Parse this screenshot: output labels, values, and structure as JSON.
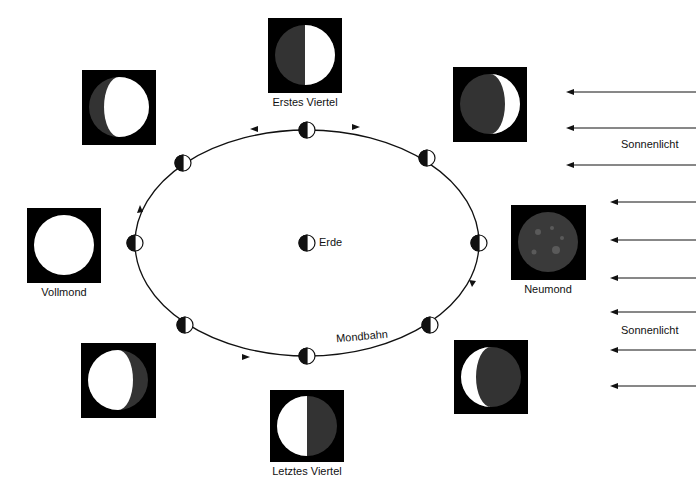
{
  "diagram": {
    "labels": [
      "Erstes Viertel",
      "Sonnenlicht",
      "Erde",
      "Vollmond",
      "Neumond",
      "Sonnenlicht",
      "Mondbahn",
      "Letztes Viertel"
    ]
  }
}
